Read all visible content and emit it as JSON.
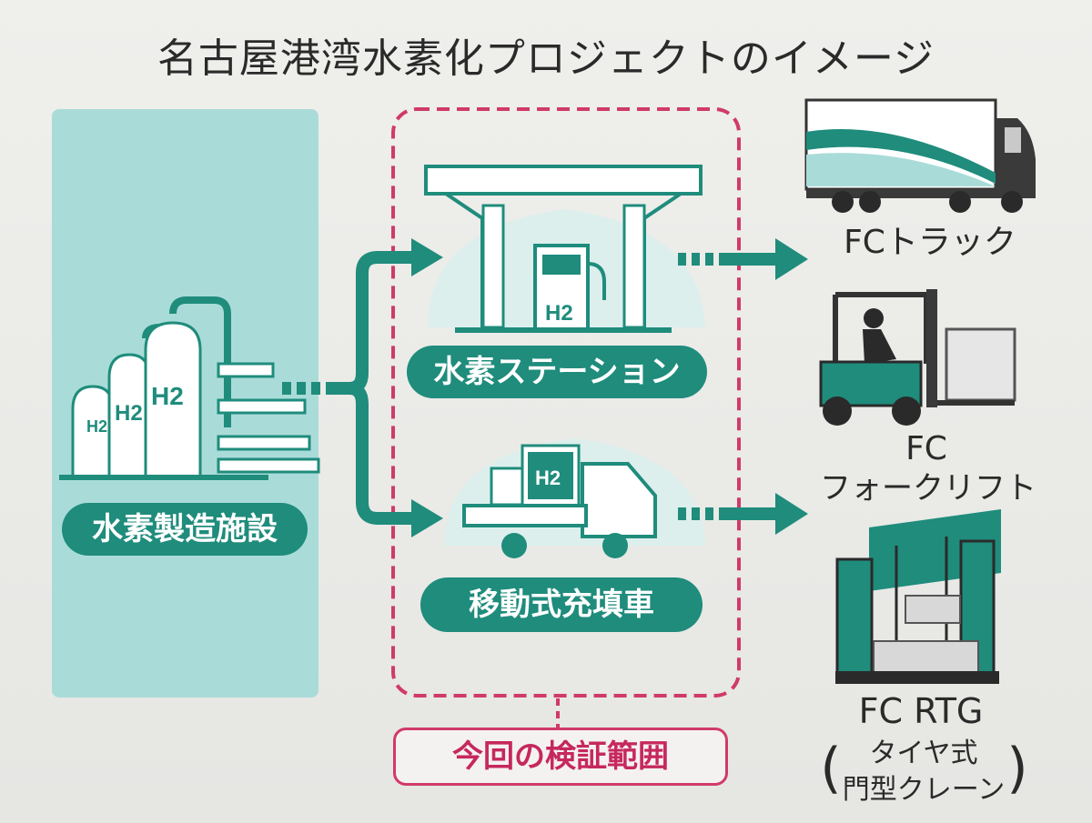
{
  "title": "名古屋港湾水素化プロジェクトのイメージ",
  "facility": {
    "label": "水素製造施設",
    "h2_marks": [
      "H2",
      "H2",
      "H2"
    ]
  },
  "station": {
    "label": "水素ステーション",
    "h2_mark": "H2"
  },
  "mobile": {
    "label": "移動式充填車",
    "h2_mark": "H2"
  },
  "scope_label": "今回の検証範囲",
  "vehicles": [
    {
      "line1": "FCトラック"
    },
    {
      "line1": "FC",
      "line2": "フォークリフト"
    },
    {
      "line1": "FC RTG",
      "line2": "タイヤ式",
      "line3": "門型クレーン"
    }
  ],
  "colors": {
    "teal": "#1f8c7c",
    "teal_light": "#a9dcd9",
    "scope_pink": "#d03a6a",
    "ink": "#2a2a2a"
  }
}
